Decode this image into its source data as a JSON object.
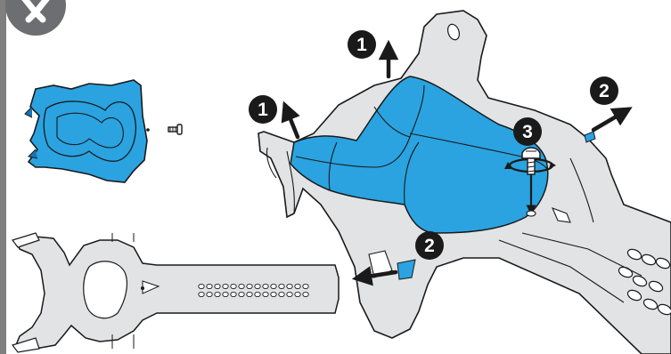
{
  "palette": {
    "part_gray": "#e2e3e5",
    "outline": "#1a1a1a",
    "pad_blue": "#2aa3e0",
    "pad_blue_dark": "#1676b8",
    "marker_gray": "#6d6e71",
    "arrow": "#1a1a1a"
  },
  "icons": {
    "step_badge": "circle-x-icon",
    "screw": "screw-icon",
    "rotate": "rotate-arrow-icon"
  },
  "steps": {
    "step_1": "1",
    "step_2": "2",
    "step_3": "3"
  }
}
